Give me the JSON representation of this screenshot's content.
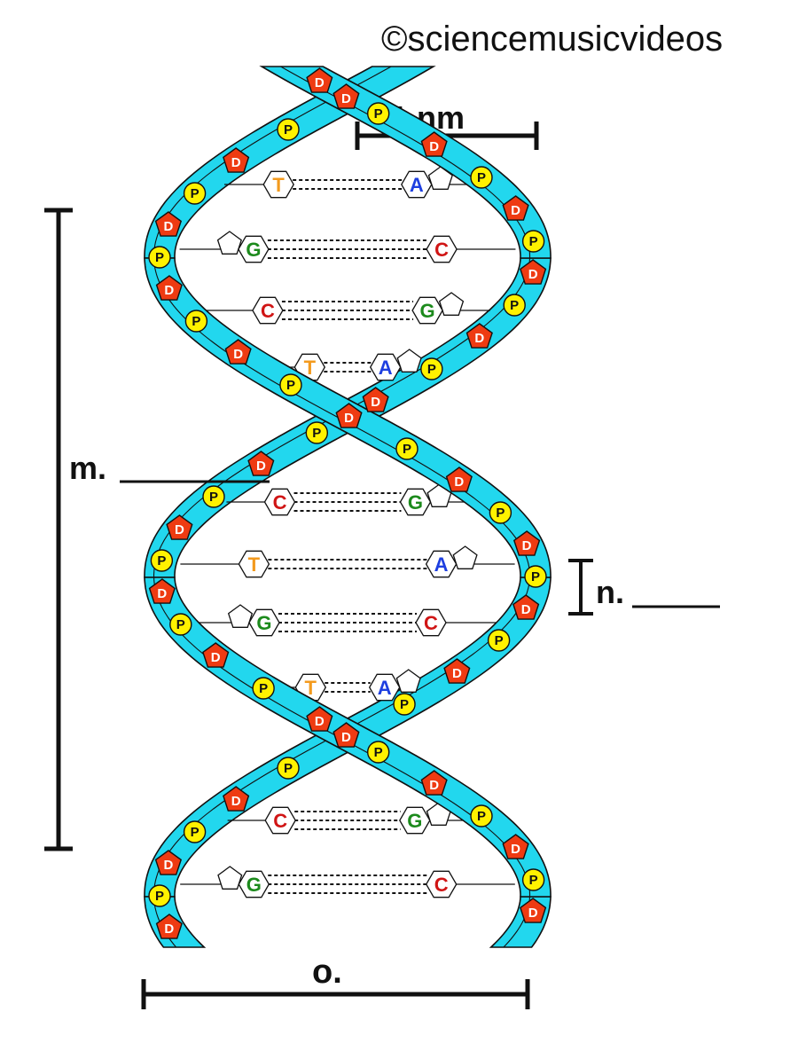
{
  "copyright": "©sciencemusicvideos",
  "scale_label": "1 nm",
  "labels": {
    "m": "m.",
    "n": "n.",
    "o": "o."
  },
  "monomers": {
    "deoxyribose": "D",
    "phosphate": "P"
  },
  "colors": {
    "backbone": "#22d7ee",
    "deoxyribose": "#ee3b12",
    "phosphate": "#fff200",
    "T": "#f39a1d",
    "A": "#1e3fe0",
    "G": "#1c8a1c",
    "C": "#d01515"
  },
  "base_pairs": [
    {
      "left": "T",
      "right": "A"
    },
    {
      "left": "G",
      "right": "C"
    },
    {
      "left": "C",
      "right": "G"
    },
    {
      "left": "T",
      "right": "A"
    },
    {
      "left": "C",
      "right": "G"
    },
    {
      "left": "T",
      "right": "A"
    },
    {
      "left": "G",
      "right": "C"
    },
    {
      "left": "T",
      "right": "A"
    },
    {
      "left": "C",
      "right": "G"
    },
    {
      "left": "G",
      "right": "C"
    }
  ]
}
